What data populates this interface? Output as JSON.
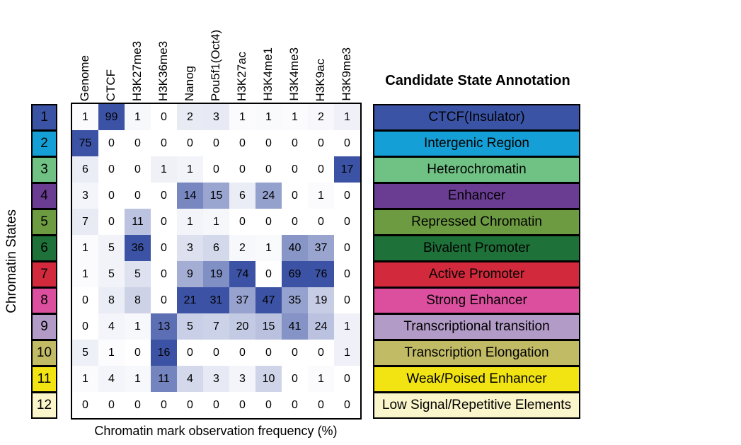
{
  "chart_data": {
    "type": "heatmap",
    "xlabel": "Chromatin mark observation frequency (%)",
    "ylabel": "Chromatin States",
    "legend_title": "Candidate State Annotation",
    "columns": [
      "Genome",
      "CTCF",
      "H3K27me3",
      "H3K36me3",
      "Nanog",
      "Pou5f1(Oct4)",
      "H3K27ac",
      "H3K4me1",
      "H3K4me3",
      "H3K9ac",
      "H3K9me3"
    ],
    "rows": [
      {
        "state": "1",
        "color": "#3B53A4",
        "annotation": "CTCF(Insulator)",
        "values": [
          1,
          99,
          1,
          0,
          2,
          3,
          1,
          1,
          1,
          2,
          1
        ]
      },
      {
        "state": "2",
        "color": "#14A0D6",
        "annotation": "Intergenic Region",
        "values": [
          75,
          0,
          0,
          0,
          0,
          0,
          0,
          0,
          0,
          0,
          0
        ]
      },
      {
        "state": "3",
        "color": "#70C284",
        "annotation": "Heterochromatin",
        "values": [
          6,
          0,
          0,
          1,
          1,
          0,
          0,
          0,
          0,
          0,
          17
        ]
      },
      {
        "state": "4",
        "color": "#6A3D93",
        "annotation": "Enhancer",
        "values": [
          3,
          0,
          0,
          0,
          14,
          15,
          6,
          24,
          0,
          1,
          0
        ]
      },
      {
        "state": "5",
        "color": "#6D9B41",
        "annotation": "Repressed Chromatin",
        "values": [
          7,
          0,
          11,
          0,
          1,
          1,
          0,
          0,
          0,
          0,
          0
        ]
      },
      {
        "state": "6",
        "color": "#1E7239",
        "annotation": "Bivalent Promoter",
        "values": [
          1,
          5,
          36,
          0,
          3,
          6,
          2,
          1,
          40,
          37,
          0
        ]
      },
      {
        "state": "7",
        "color": "#D22A3C",
        "annotation": "Active Promoter",
        "values": [
          1,
          5,
          5,
          0,
          9,
          19,
          74,
          0,
          69,
          76,
          0
        ]
      },
      {
        "state": "8",
        "color": "#DC4F9E",
        "annotation": "Strong Enhancer",
        "values": [
          0,
          8,
          8,
          0,
          21,
          31,
          37,
          47,
          35,
          19,
          0
        ]
      },
      {
        "state": "9",
        "color": "#B39BC8",
        "annotation": "Transcriptional transition",
        "values": [
          0,
          4,
          1,
          13,
          5,
          7,
          20,
          15,
          41,
          24,
          1
        ]
      },
      {
        "state": "10",
        "color": "#C2BB66",
        "annotation": "Transcription Elongation",
        "values": [
          5,
          1,
          0,
          16,
          0,
          0,
          0,
          0,
          0,
          0,
          1
        ]
      },
      {
        "state": "11",
        "color": "#F2E413",
        "annotation": "Weak/Poised Enhancer",
        "values": [
          1,
          4,
          1,
          11,
          4,
          3,
          3,
          10,
          0,
          1,
          0
        ]
      },
      {
        "state": "12",
        "color": "#FAF5CB",
        "annotation": "Low Signal/Repetitive Elements",
        "values": [
          0,
          0,
          0,
          0,
          0,
          0,
          0,
          0,
          0,
          0,
          0
        ]
      }
    ],
    "colormap": {
      "low": "#FFFFFF",
      "high": "#3C52A4",
      "normalization": "per-column-max"
    },
    "layout": {
      "grid": false,
      "legend_position": "right",
      "value_range": [
        0,
        100
      ]
    }
  }
}
